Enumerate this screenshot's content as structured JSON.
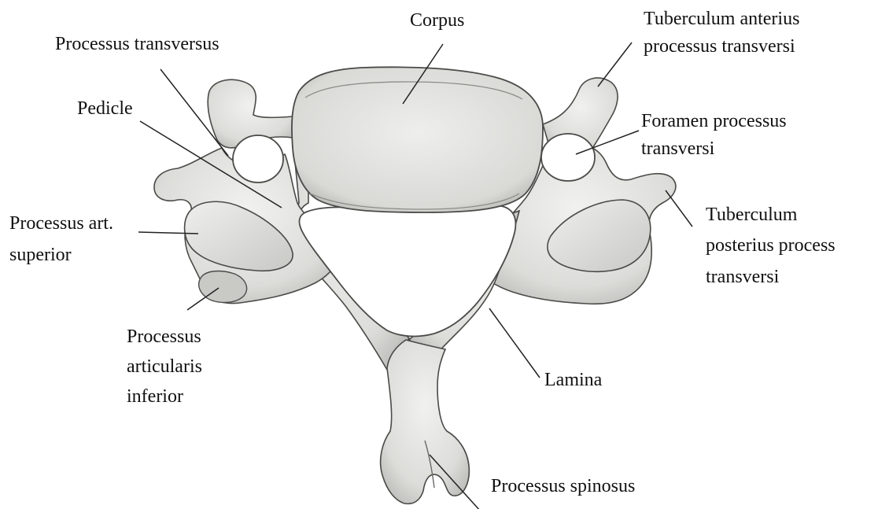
{
  "diagram": {
    "labels": {
      "corpus": "Corpus",
      "tuberculum_anterius_1": "Tuberculum anterius",
      "tuberculum_anterius_2": "processus transversi",
      "processus_transversus": "Processus transversus",
      "pedicle": "Pedicle",
      "foramen_1": "Foramen processus",
      "foramen_2": "transversi",
      "tuberculum_posterius_1": "Tuberculum",
      "tuberculum_posterius_2": "posterius process",
      "tuberculum_posterius_3": "transversi",
      "processus_art_superior_1": "Processus art.",
      "processus_art_superior_2": "superior",
      "processus_articularis_inferior_1": "Processus",
      "processus_articularis_inferior_2": "articularis",
      "processus_articularis_inferior_3": "inferior",
      "lamina": "Lamina",
      "processus_spinosus": "Processus spinosus"
    },
    "colors": {
      "bone_fill": "#e6e6e3",
      "bone_shadow": "#a9aaa6",
      "bone_outline": "#4a4a48",
      "leader_line": "#222222",
      "text": "#111111",
      "background": "#ffffff"
    }
  }
}
